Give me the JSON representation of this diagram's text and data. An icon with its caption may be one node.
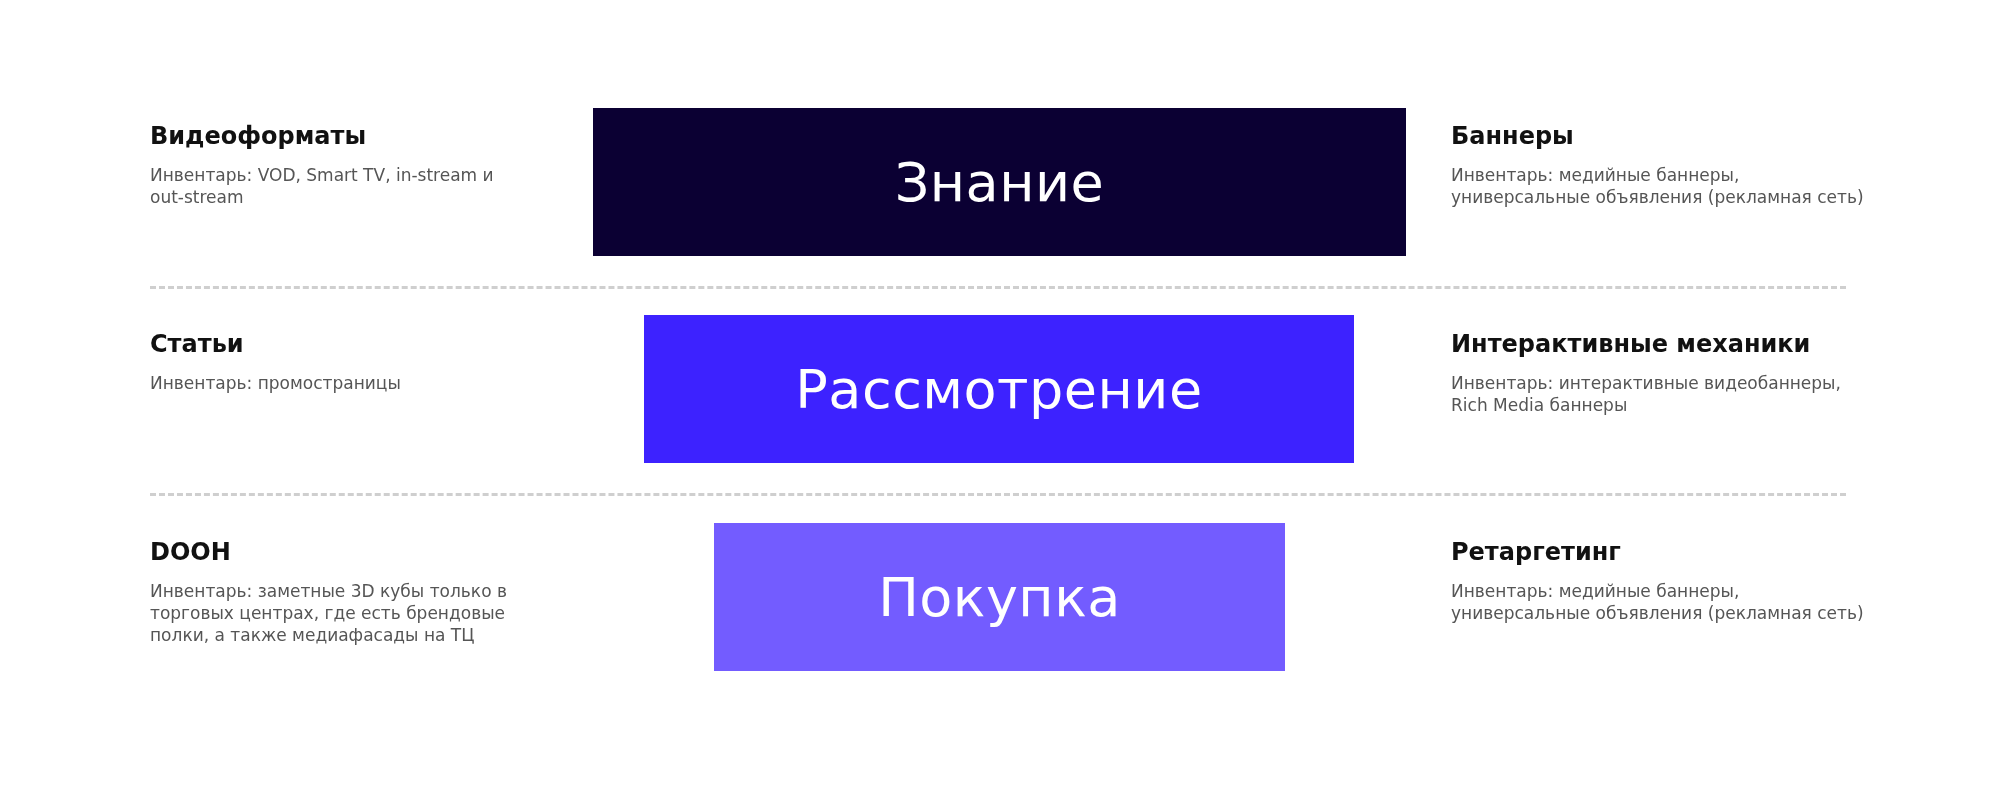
{
  "diagram": {
    "nodes": [
      {
        "text": [
          "Знание"
        ]
      },
      {
        "text": [
          "Рассмотрение"
        ]
      },
      {
        "text": [
          "Покупка"
        ]
      }
    ],
    "edges": [],
    "labels": [
      "Видеоформаты",
      "Инвентарь: VOD, Smart TV, in-stream и out-stream",
      "Баннеры",
      "Инвентарь: медийные баннеры, универсальные объявления (рекламная сеть)",
      "Статьи",
      "Инвентарь: промостраницы",
      "Интерактивные механики",
      "Инвентарь: интерактивные видеобаннеры, Rich Media баннеры",
      "DOOH",
      "Инвентарь: заметные 3D кубы только в торговых центрах, где есть брендовые полки, а также медиафасады на ТЦ",
      "Ретаргетинг",
      "Инвентарь: медийные баннеры, универсальные объявления (рекламная сеть)"
    ]
  }
}
